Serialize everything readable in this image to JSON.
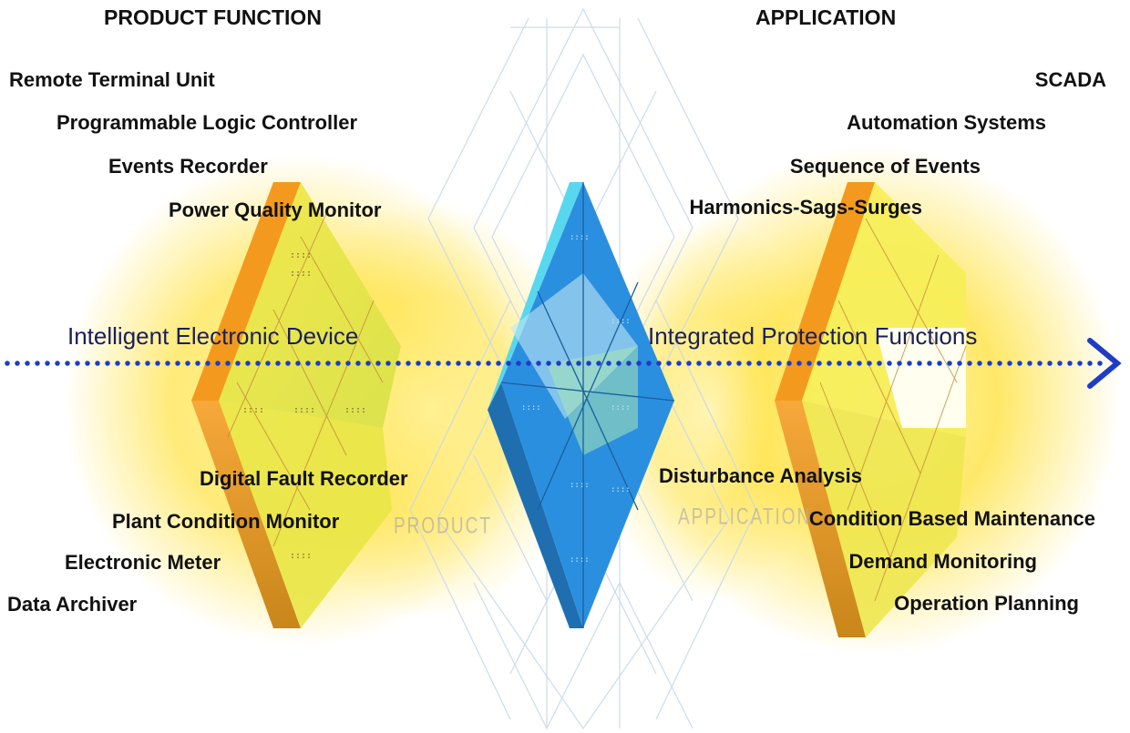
{
  "headers": {
    "left": "PRODUCT FUNCTION",
    "right": "APPLICATION"
  },
  "product_functions_top": [
    "Remote Terminal Unit",
    "Programmable Logic Controller",
    "Events Recorder",
    "Power Quality Monitor"
  ],
  "product_functions_bottom": [
    "Digital Fault Recorder",
    "Plant Condition Monitor",
    "Electronic Meter",
    "Data Archiver"
  ],
  "applications_top": [
    "SCADA",
    "Automation Systems",
    "Sequence of Events",
    "Harmonics-Sags-Surges"
  ],
  "applications_bottom": [
    "Disturbance Analysis",
    "Condition Based Maintenance",
    "Demand Monitoring",
    "Operation Planning"
  ],
  "center": {
    "left_label": "Intelligent Electronic Device",
    "right_label": "Integrated Protection Functions"
  },
  "watermarks": {
    "product": "PRODUCT",
    "application": "APPLICATION"
  },
  "colors": {
    "arrow": "#1e3cc8",
    "panel_orange": "#f39a1e",
    "panel_yellow": "#f6e02a",
    "glow_yellow": "#ffe44d",
    "tile_blue": "#2b8fe0",
    "tile_cyan": "#4fd3f0",
    "grid_line": "#c8d8e8"
  }
}
